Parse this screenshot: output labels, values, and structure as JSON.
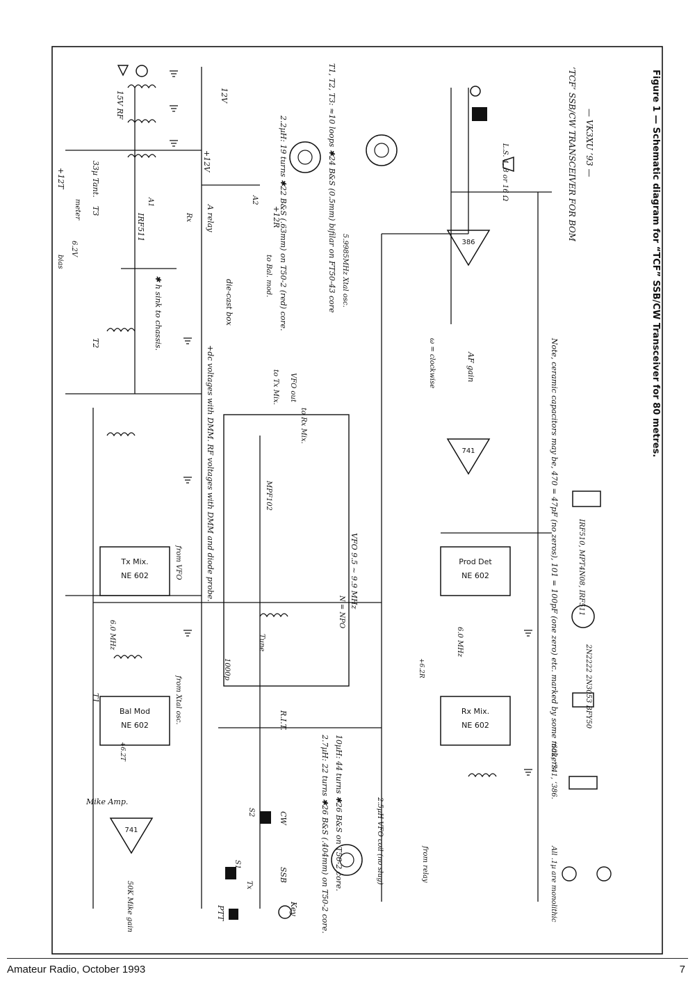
{
  "caption": "Figure 1 — Schematic diagram for “TCF” SSB/CW Transceiver for 80 metres.",
  "footer": {
    "left": "Amateur Radio, October 1993",
    "page": "7"
  },
  "blocks": {
    "mike_amp": "Mike Amp.",
    "bal_mod": "Bal Mod",
    "tx_mix": "Tx Mix.",
    "rx_mix": "Rx Mix.",
    "prod_det": "Prod Det",
    "ne602": "NE 602",
    "op741": "741",
    "op386": "386",
    "vfo_box": "die-cast box",
    "xtal_osc": "5.9985MHz Xtal osc."
  },
  "notes": {
    "t_cores": "T1, T2, T3: ≈10 loops ✱24 B&S (0.5mm) bifilar on FT50-43 core",
    "l22": "2.2µH: 19 turns ✱22 B&S (.63mm) on T50-2 (red) core.",
    "l27": "2.7µH: 22 turns ✱26 B&S (.404mm) on T50-2 core.",
    "l10": "10µH: 44 turns ✱26 B&S on T50-2 core.",
    "vfo_coil": "2.5µH VFO coil (no slug)",
    "vfo_range": "VFO 9.5 ~ 9.9 MHz",
    "n_npo": "N = NPO",
    "dc_note": "+dc voltages with DMM. RF voltages with DMM and diode probe.",
    "ceramic": "Note, ceramic capacitors may be, 470 = 47pF (no zeros), 101 = 100pF (one zero) etc. marked by some makers.",
    "monolithic": "All .1µ are monolithic",
    "clockwise": "ω = clockwise",
    "bom": "‘TCF’ SSB/CW TRANSCEIVER FOR BOM",
    "sign": "— VK3XU ’93 —",
    "semis": "‘602, ‘741, ‘386."
  },
  "labels": {
    "rf15": "15V RF",
    "tant": "33µ Tant.",
    "v12": "12V",
    "p12": "+12V",
    "p12t": "+12T",
    "p12r": "+12R",
    "p62t": "+6.2T",
    "p62r": "+6.2R",
    "a_relay": "A relay",
    "heatsink": "✱ h sink to chassis.",
    "irf": "IRF511",
    "ant": "A1",
    "a2": "A2",
    "rx": "Rx",
    "bias": "bias",
    "meter": "meter",
    "zener": "6.2V",
    "from_vfo": "from VFO",
    "from_xtal": "from Xtal osc.",
    "from_relay": "from relay",
    "af_gain": "AF gain",
    "mike_gain": "50K Mike gain",
    "ssb": "SSB",
    "cw": "CW",
    "key": "Key",
    "ptt": "PTT",
    "s1": "S1",
    "s2": "S2",
    "tx": "Tx",
    "rit": "R.I.T.",
    "tune": "Tune",
    "ls": "L.S. 4, 8 or 16 Ω",
    "to_bal": "to Bal. mod.",
    "to_txmix": "to Tx Mix.",
    "to_rxmix": "to Rx Mix.",
    "vfo_out": "VFO out",
    "mhz6": "6.0 MHz",
    "c1000p": "1000p",
    "mpf": "MPF102",
    "transistors": "2N2222 2N3053 BFY50",
    "fets": "IRF510, MPT4N08, IRF511",
    "t1": "T1",
    "t2": "T2",
    "t3": "T3"
  }
}
